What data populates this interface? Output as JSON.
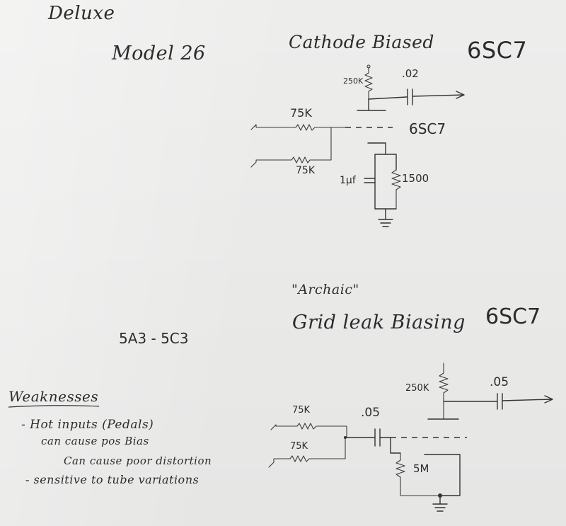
{
  "header": {
    "title": "Deluxe",
    "model": "Model 26"
  },
  "circuit_1": {
    "title": "Cathode Biased",
    "tube": "6SC7",
    "plate_resistor": "250K",
    "coupling_cap": ".02",
    "input_resistor_1": "75K",
    "input_resistor_2": "75K",
    "grid_tube_label": "6SC7",
    "cathode_cap": "1μf",
    "cathode_resistor": "1500"
  },
  "rectifier": {
    "label": "5A3 - 5C3"
  },
  "circuit_2": {
    "quote": "\"Archaic\"",
    "title": "Grid leak Biasing",
    "tube": "6SC7",
    "plate_resistor": "250K",
    "coupling_cap": ".05",
    "input_resistor_1": "75K",
    "input_resistor_2": "75K",
    "input_cap": ".05",
    "grid_leak_resistor": "5M"
  },
  "notes": {
    "heading": "Weaknesses",
    "lines": [
      "- Hot inputs (Pedals)",
      "can cause pos Bias",
      "Can cause poor distortion",
      "- sensitive to tube variations"
    ]
  }
}
